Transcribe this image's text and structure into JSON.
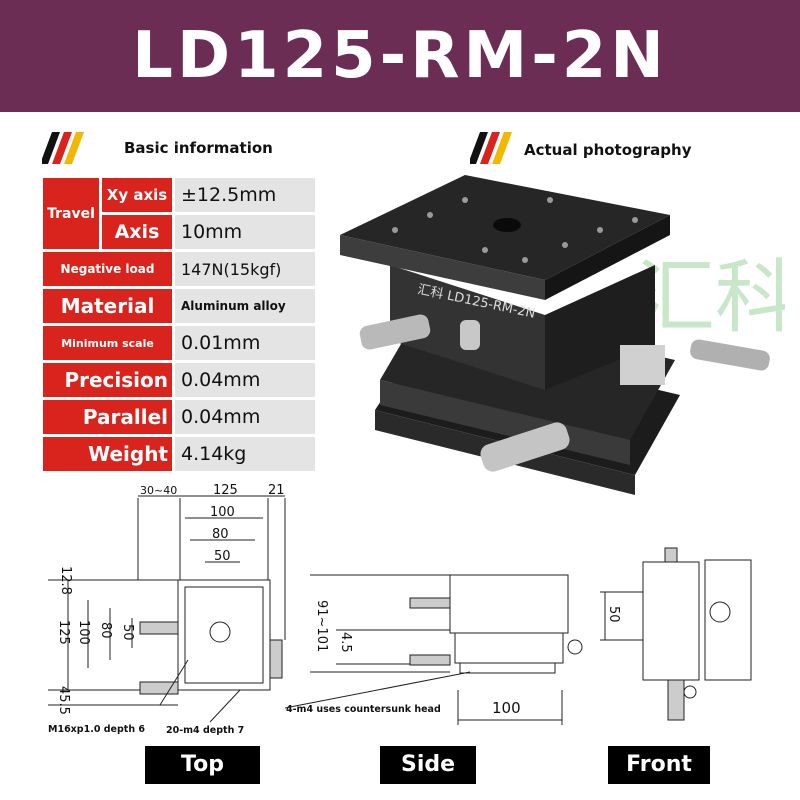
{
  "title": "LD125-RM-2N",
  "sections": {
    "basic": "Basic information",
    "actual": "Actual photography"
  },
  "specs": {
    "travel_label": "Travel",
    "xy_label": "Xy axis",
    "xy_value": "±12.5mm",
    "axis_label": "Axis",
    "axis_value": "10mm",
    "negative_load_label": "Negative load",
    "negative_load_value": "147N(15kgf)",
    "material_label": "Material",
    "material_value": "Aluminum alloy",
    "min_scale_label": "Minimum scale",
    "min_scale_value": "0.01mm",
    "precision_label": "Precision",
    "precision_value": "0.04mm",
    "parallel_label": "Parallel",
    "parallel_value": "0.04mm",
    "weight_label": "Weight",
    "weight_value": "4.14kg"
  },
  "photo": {
    "product_label": "汇科 LD125-RM-2N",
    "watermark": "汇科"
  },
  "drawing": {
    "top_dims": {
      "d30_40": "30~40",
      "d125": "125",
      "d21": "21",
      "d100": "100",
      "d80": "80",
      "d50": "50",
      "d12_8": "12.8",
      "v125": "125",
      "v100": "100",
      "v80": "80",
      "v50": "50",
      "d45_5": "45.5"
    },
    "side_dims": {
      "d91_101": "91~101",
      "d4_5": "4.5",
      "d100": "100"
    },
    "front_dims": {
      "d50": "50"
    },
    "notes": {
      "m16": "M16xp1.0 depth 6",
      "m4_20": "20-m4 depth 7",
      "m4_4": "4-m4 uses countersunk head"
    }
  },
  "views": {
    "top": "Top",
    "side": "Side",
    "front": "Front"
  },
  "colors": {
    "banner": "#6b2d54",
    "label_red": "#d9241d",
    "value_gray": "#e4e4e4"
  }
}
